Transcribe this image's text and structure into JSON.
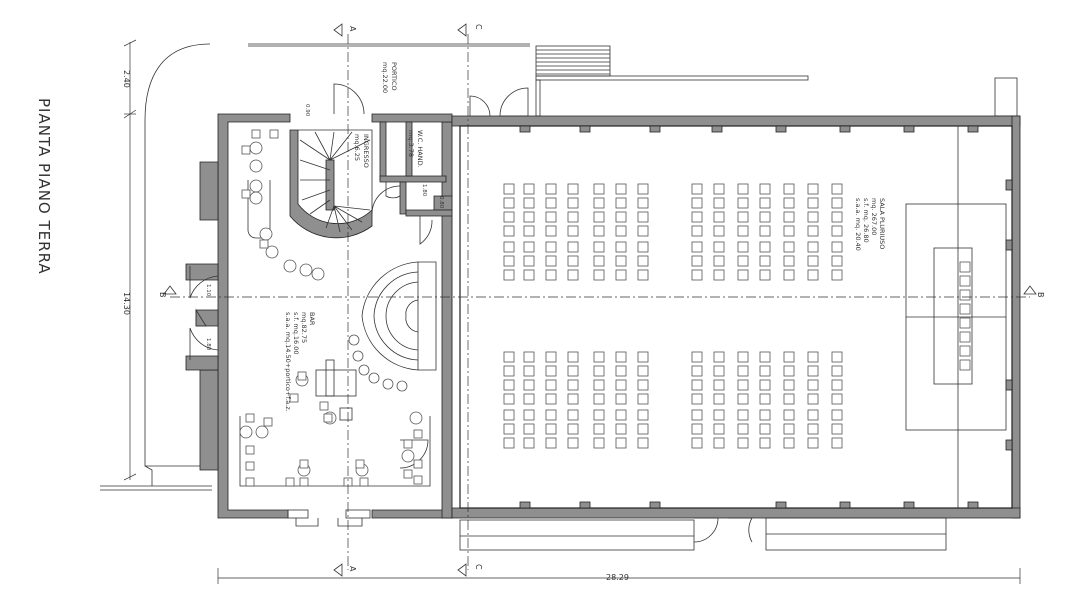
{
  "drawing": {
    "title": "PIANTA PIANO TERRA"
  },
  "rooms": {
    "portico": {
      "name": "PORTICO",
      "area": "mq.22.00"
    },
    "ingresso": {
      "name": "INGRESSO",
      "area": "mq.6.25"
    },
    "wc": {
      "name": "W.C. HAND.",
      "area": "mq.3.78"
    },
    "bar": {
      "name": "BAR",
      "area": "mq.82.75",
      "line1": "s.f. mq.16.00",
      "line2": "s.a.a. mq.14.50+portico+f.a.z."
    },
    "sala": {
      "name": "SALA PLURIUSO",
      "area": "mq. 267.00",
      "line1": "s.f. mq. 26.80",
      "line2": "s.a.a. mq. 20.40"
    }
  },
  "dimensions": {
    "left_top": "2.40",
    "left_main": "14.30",
    "bottom_total": "28.29"
  },
  "section_markers": {
    "a_top": "A",
    "c_top": "C",
    "a_bottom": "A",
    "c_bottom": "C",
    "b_left": "B",
    "b_right": "B"
  },
  "window_labels": {
    "w1": "1.10",
    "w2": "1.80",
    "w3": "0.90",
    "w4": "1.80",
    "w5": "0.80"
  }
}
